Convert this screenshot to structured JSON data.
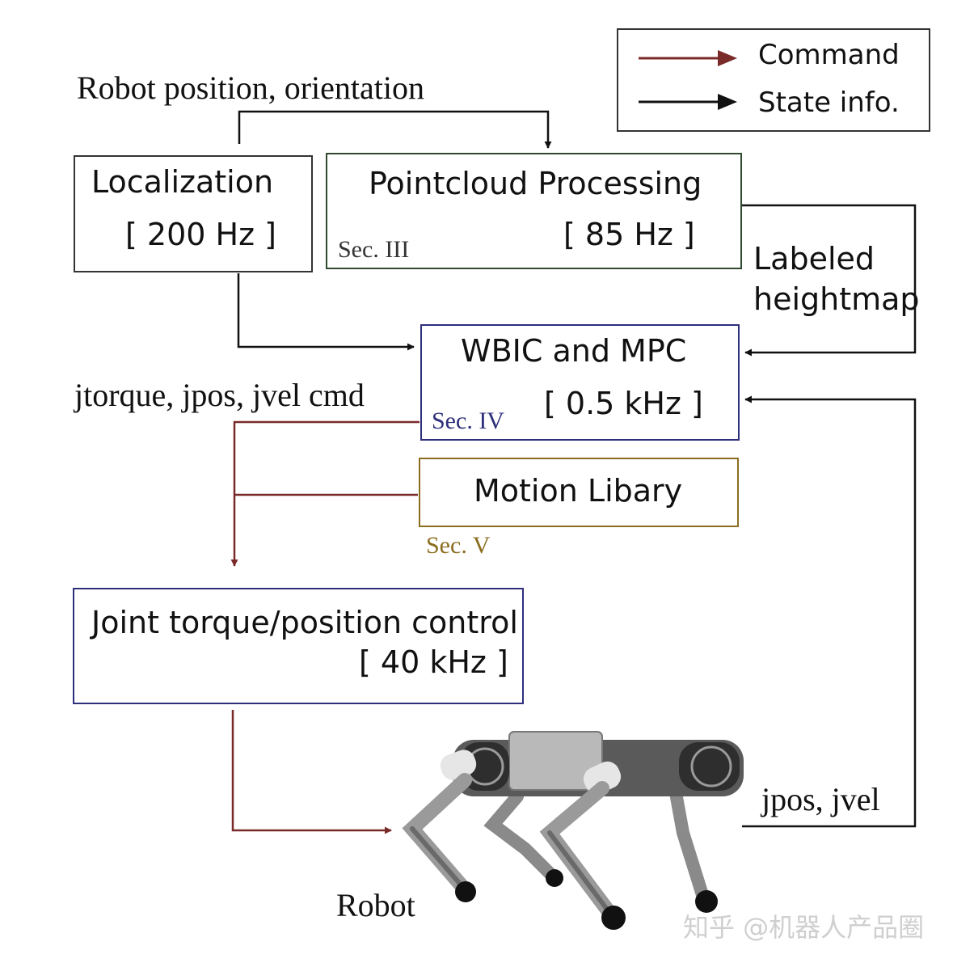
{
  "legend": {
    "command_label": "Command",
    "state_label": "State info.",
    "command_color": "#7b2a2a",
    "state_color": "#111111"
  },
  "labels": {
    "robot_pose": "Robot position, orientation",
    "heightmap_line1": "Labeled",
    "heightmap_line2": "heightmap",
    "joint_cmd": "jtorque, jpos, jvel cmd",
    "joint_state": "jpos, jvel",
    "robot": "Robot"
  },
  "blocks": {
    "localization": {
      "title": "Localization",
      "rate": "[ 200 Hz ]"
    },
    "pointcloud": {
      "title": "Pointcloud Processing",
      "rate": "[ 85 Hz ]",
      "section": "Sec. III"
    },
    "wbic": {
      "title": "WBIC and MPC",
      "rate": "[ 0.5 kHz ]",
      "section": "Sec. IV",
      "color": "#2d2f7a"
    },
    "motion": {
      "title": "Motion Libary",
      "section": "Sec. V",
      "color": "#8a6d1e"
    },
    "joint": {
      "title": "Joint torque/position control",
      "rate": "[ 40 kHz ]",
      "color": "#2d2f7a"
    }
  },
  "watermark": "知乎 @机器人产品圈"
}
